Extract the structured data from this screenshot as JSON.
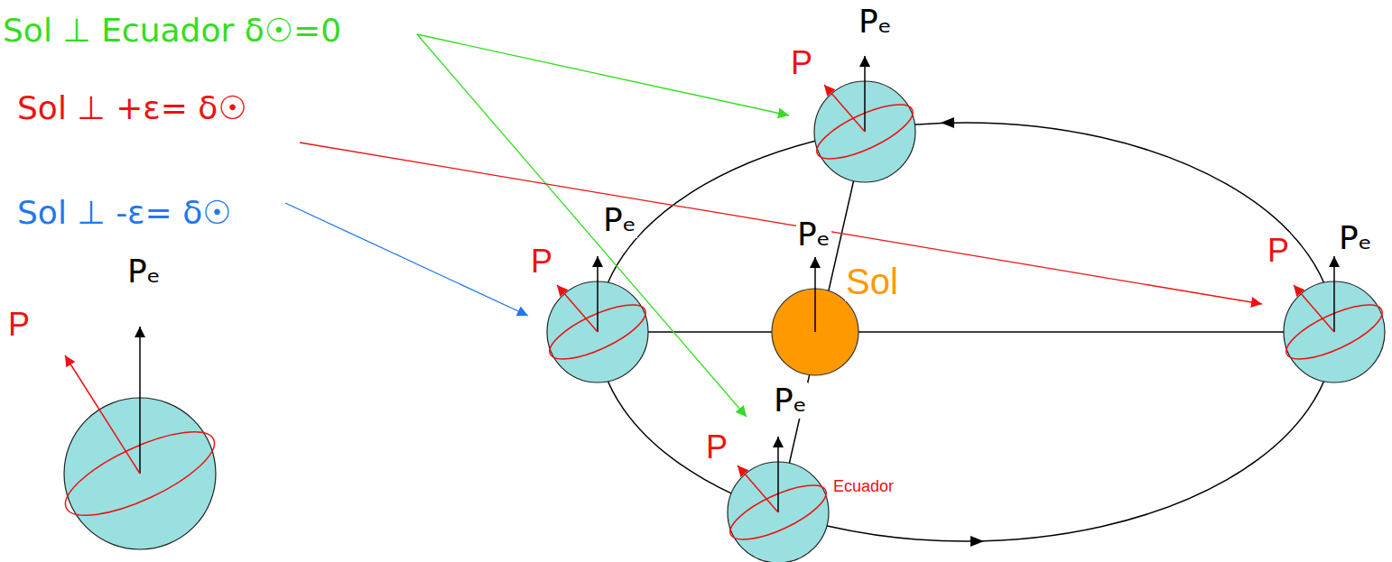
{
  "diagram": {
    "labels": [
      "Pₑ",
      "Sol ⊥ Ecuador δ☉=0",
      "P",
      "Sol ⊥ +ε= δ☉",
      "Sol ⊥ -ε= δ☉",
      "Pₑ",
      "Pₑ",
      "Pₑ",
      "P",
      "Pₑ",
      "P",
      "Sol",
      "P",
      "P",
      "Pₑ",
      "P",
      "Ecuador"
    ]
  }
}
